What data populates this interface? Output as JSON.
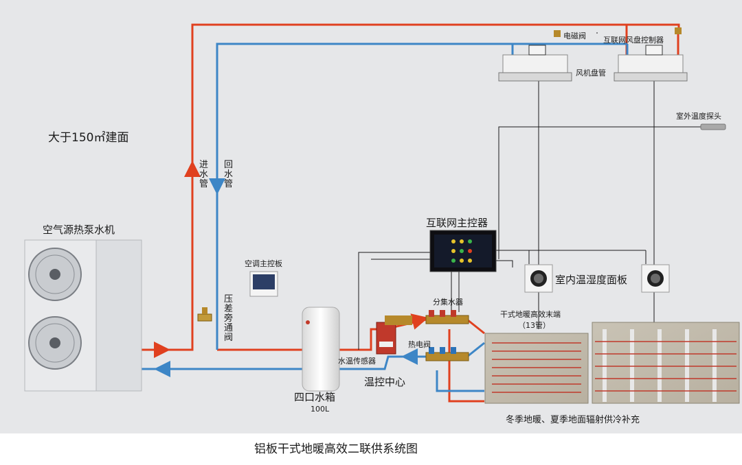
{
  "caption": "铝板干式地暖高效二联供系统图",
  "labels": {
    "area_note": "大于150㎡建面",
    "heat_pump": "空气源热泵水机",
    "supply_pipe": "进水管",
    "return_pipe": "回水管",
    "ac_panel": "空调主控板",
    "bypass_valve": "压差旁通阀",
    "water_tank": "四口水箱",
    "tank_volume": "100L",
    "water_temp_sensor": "水温传感器",
    "temp_center": "温控中心",
    "manifold": "分集水器",
    "thermal_valve": "热电阀",
    "main_controller": "互联网主控器",
    "solenoid_valve": "电磁阀",
    "fcu_controller": "互联网风盘控制器",
    "fan_coil": "风机盘管",
    "outdoor_probe": "室外温度探头",
    "indoor_panel": "室内温湿度面板",
    "floor_terminal": "干式地暖高效末端",
    "floor_terminal_sub": "（13管）",
    "floor_caption": "冬季地暖、夏季地面辐射供冷补充"
  },
  "colors": {
    "background": "#e6e7e9",
    "supply_pipe": "#e0401f",
    "return_pipe": "#3d86c6",
    "control_wire": "#1a1a1a"
  }
}
